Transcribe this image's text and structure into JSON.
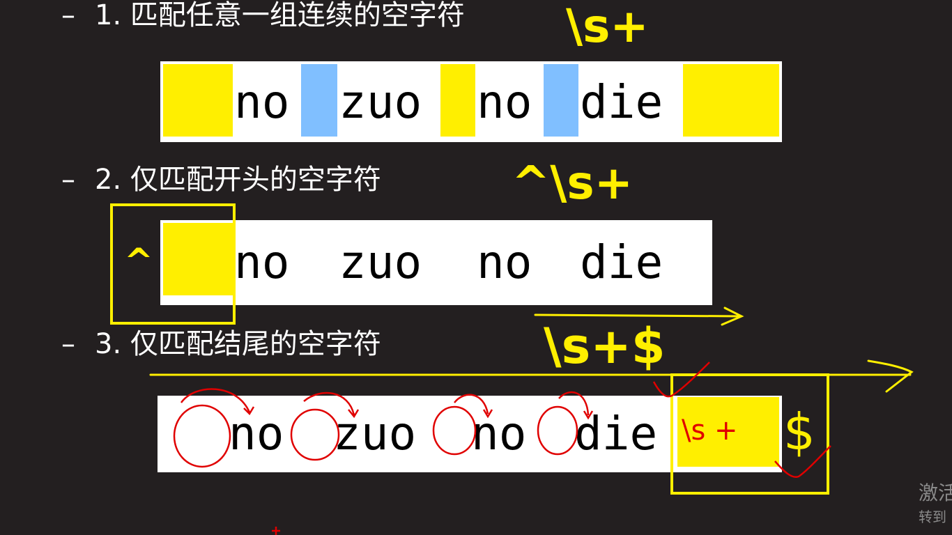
{
  "items": [
    {
      "dash": "–",
      "text": "1. 匹配任意一组连续的空字符",
      "regex": "\\s+"
    },
    {
      "dash": "–",
      "text": "2. 仅匹配开头的空字符",
      "regex": "^\\s+"
    },
    {
      "dash": "–",
      "text": "3. 仅匹配结尾的空字符",
      "regex": "\\s+$"
    }
  ],
  "example": {
    "w1": "no",
    "w2": "zuo",
    "w3": "no",
    "w4": "die"
  },
  "box2": {
    "caret": "^"
  },
  "box3": {
    "handwritten": "\\s +",
    "dollar": "$"
  },
  "watermark": {
    "line1": "激活",
    "line2": "转到"
  },
  "colors": {
    "highlight": "#ffef00",
    "blue": "#80bfff",
    "ink": "#e00000",
    "bg": "#231f20"
  }
}
